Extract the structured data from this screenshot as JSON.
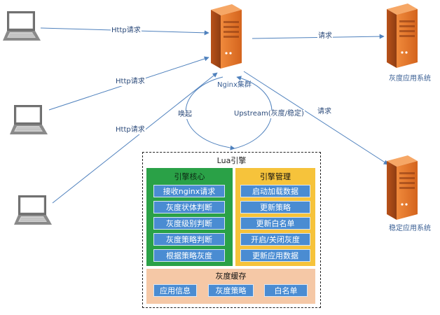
{
  "nodes": {
    "nginx": "Nginx集群",
    "gray_system": "灰度应用系统",
    "stable_system": "稳定应用系统"
  },
  "edge_labels": {
    "client1_to_nginx": "Http请求",
    "client2_to_nginx": "Http请求",
    "client3_to_nginx": "Http请求",
    "nginx_to_gray": "请求",
    "nginx_to_stable": "请求",
    "wake": "唤起",
    "upstream": "Upstream(灰度/稳定)"
  },
  "engine": {
    "title": "Lua引擎",
    "core": {
      "title": "引擎核心",
      "items": [
        "接收nginx请求",
        "灰度状体判断",
        "灰度级别判断",
        "灰度策略判断",
        "根据策略灰度"
      ]
    },
    "management": {
      "title": "引擎管理",
      "items": [
        "启动加载数据",
        "更新策略",
        "更新白名单",
        "开启/关闭灰度",
        "更新应用数据"
      ]
    },
    "cache": {
      "title": "灰度缓存",
      "items": [
        "应用信息",
        "灰度策略",
        "白名单"
      ]
    }
  },
  "colors": {
    "arrow": "#4f81bd",
    "server_orange": "#e0782e",
    "core_green": "#2aa147",
    "mgmt_yellow": "#f6c33b",
    "cache_peach": "#f5c8a6",
    "item_blue": "#4a8cd2"
  }
}
